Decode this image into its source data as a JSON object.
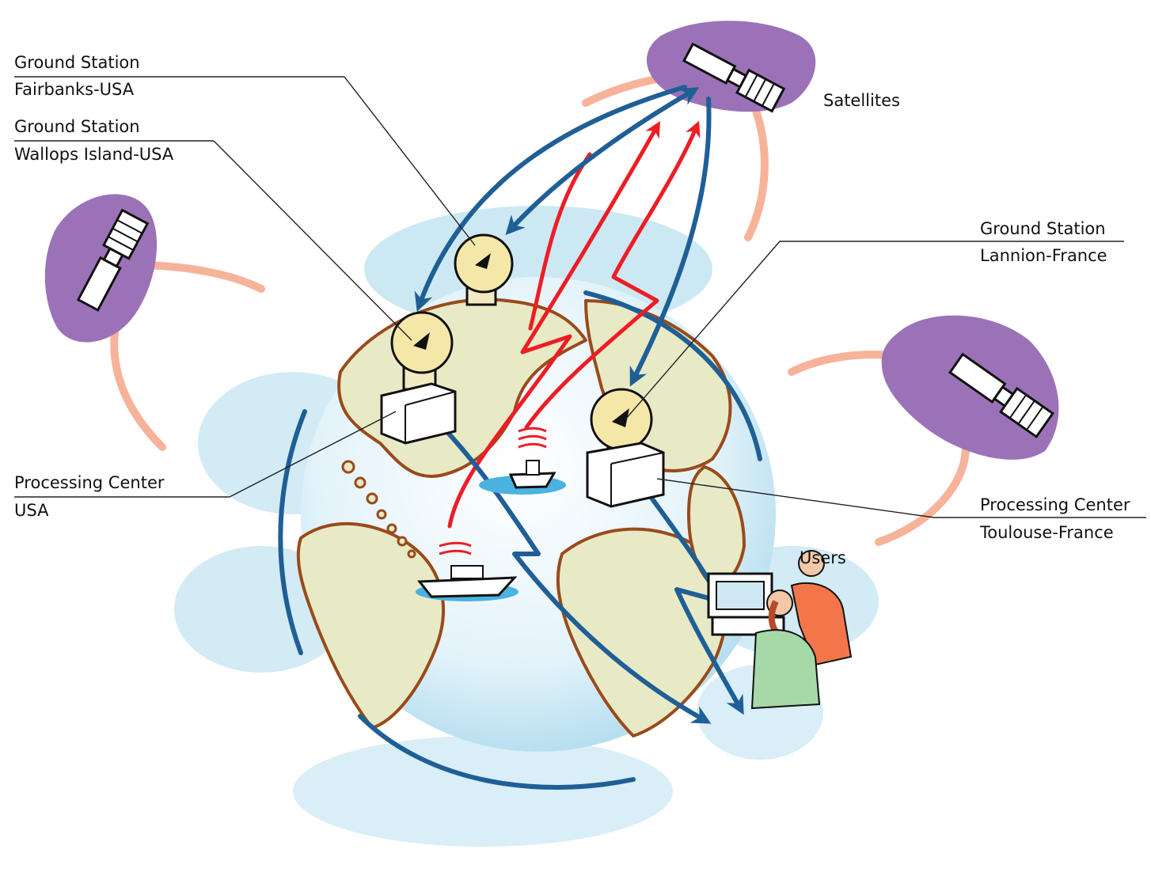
{
  "labels": {
    "gs_fairbanks": {
      "line1": "Ground Station",
      "line2": "Fairbanks-USA"
    },
    "gs_wallops": {
      "line1": "Ground Station",
      "line2": "Wallops Island-USA"
    },
    "satellites": "Satellites",
    "gs_lannion": {
      "line1": "Ground Station",
      "line2": "Lannion-France"
    },
    "pc_usa": {
      "line1": "Processing Center",
      "line2": "USA"
    },
    "pc_toulouse": {
      "line1": "Processing Center",
      "line2": "Toulouse-France"
    },
    "users": "Users"
  },
  "colors": {
    "link_blue": "#1f5f96",
    "uplink_red": "#ee1c24",
    "orbit_pink": "#f7b39a",
    "satellite_purple": "#9b72b8",
    "land": "#e8eac6",
    "coast": "#9a4a1a",
    "ocean_cloud": "#bfe3f0"
  },
  "icons": [
    "satellite-icon",
    "dish-antenna-icon",
    "processing-building-icon",
    "ship-icon",
    "users-computer-icon"
  ]
}
